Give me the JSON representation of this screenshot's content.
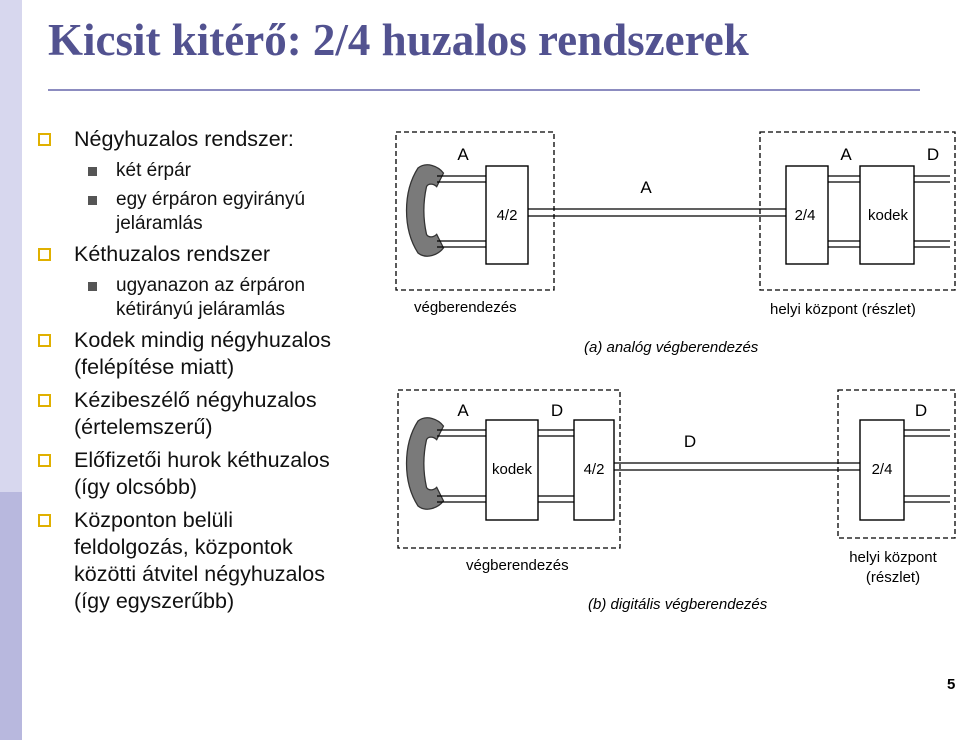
{
  "title": "Kicsit kitérő: 2/4 huzalos rendszerek",
  "page_number": "5",
  "bullets": {
    "b1": "Négyhuzalos rendszer:",
    "b1_sub1": "két érpár",
    "b1_sub2a": "egy érpáron egyirányú",
    "b1_sub2b": "jeláramlás",
    "b2": "Kéthuzalos rendszer",
    "b2_sub1a": "ugyanazon az érpáron",
    "b2_sub1b": "kétirányú jeláramlás",
    "b3a": "Kodek mindig négyhuzalos",
    "b3b": "(felépítése miatt)",
    "b4a": "Kézibeszélő négyhuzalos",
    "b4b": "(értelemszerű)",
    "b5a": "Előfizetői hurok kéthuzalos",
    "b5b": "(így olcsóbb)",
    "b6a": "Központon belüli",
    "b6b": "feldolgozás, központok",
    "b6c": "közötti átvitel négyhuzalos",
    "b6d": "(így egyszerűbb)"
  },
  "diagram_a": {
    "label_a_left": "A",
    "label_a_mid": "A",
    "label_a_right": "A",
    "label_d_right": "D",
    "box_42": "4/2",
    "box_24": "2/4",
    "box_kodek": "kodek",
    "terminal": "végberendezés",
    "exchange": "helyi központ (részlet)",
    "caption": "(a) analóg végberendezés"
  },
  "diagram_b": {
    "label_a": "A",
    "label_d_left": "D",
    "label_d_mid": "D",
    "label_d_right": "D",
    "box_kodek": "kodek",
    "box_42": "4/2",
    "box_24": "2/4",
    "terminal": "végberendezés",
    "exchange_l1": "helyi központ",
    "exchange_l2": "(részlet)",
    "caption": "(b) digitális végberendezés"
  },
  "colors": {
    "title": "#525290",
    "sidebar": "#d7d7ee",
    "bullet_square": "#e0b000",
    "handset": "#7a7a7a"
  }
}
